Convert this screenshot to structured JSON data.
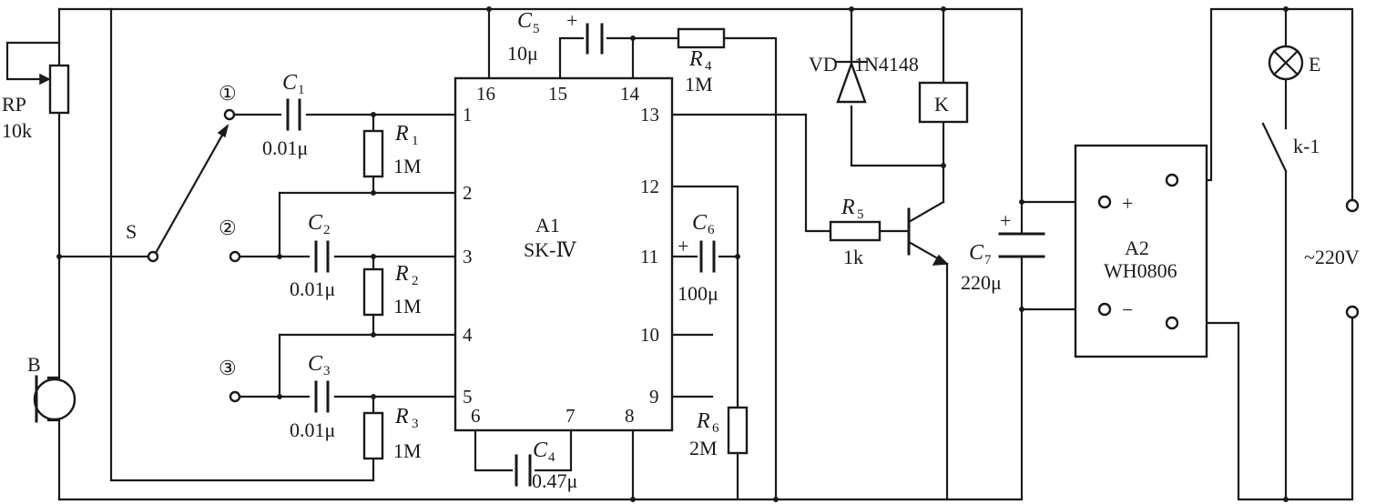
{
  "components": {
    "rp": {
      "ref": "RP",
      "value": "10k"
    },
    "b": {
      "ref": "B"
    },
    "s": {
      "ref": "S"
    },
    "pos": {
      "p1": "①",
      "p2": "②",
      "p3": "③"
    },
    "c1": {
      "sym": "C",
      "idx": "1",
      "value": "0.01μ"
    },
    "c2": {
      "sym": "C",
      "idx": "2",
      "value": "0.01μ"
    },
    "c3": {
      "sym": "C",
      "idx": "3",
      "value": "0.01μ"
    },
    "c4": {
      "sym": "C",
      "idx": "4",
      "value": "0.47μ"
    },
    "c5": {
      "sym": "C",
      "idx": "5",
      "value": "10μ"
    },
    "c6": {
      "sym": "C",
      "idx": "6",
      "value": "100μ"
    },
    "c7": {
      "sym": "C",
      "idx": "7",
      "value": "220μ"
    },
    "r1": {
      "sym": "R",
      "idx": "1",
      "value": "1M"
    },
    "r2": {
      "sym": "R",
      "idx": "2",
      "value": "1M"
    },
    "r3": {
      "sym": "R",
      "idx": "3",
      "value": "1M"
    },
    "r4": {
      "sym": "R",
      "idx": "4",
      "value": "1M"
    },
    "r5": {
      "sym": "R",
      "idx": "5",
      "value": "1k"
    },
    "r6": {
      "sym": "R",
      "idx": "6",
      "value": "2M"
    },
    "a1": {
      "ref": "A1",
      "model": "SK-Ⅳ"
    },
    "vd": {
      "ref": "VD",
      "model": "1N4148"
    },
    "k": {
      "ref": "K"
    },
    "a2": {
      "ref": "A2",
      "model": "WH0806",
      "plus": "+",
      "minus": "−"
    },
    "e": {
      "ref": "E"
    },
    "k1": {
      "ref": "k-1"
    },
    "mains": {
      "label": "~220V"
    },
    "polarity": {
      "c5": "+",
      "c6": "+",
      "c7": "+"
    }
  },
  "ic_pins": {
    "p1": "1",
    "p2": "2",
    "p3": "3",
    "p4": "4",
    "p5": "5",
    "p6": "6",
    "p7": "7",
    "p8": "8",
    "p9": "9",
    "p10": "10",
    "p11": "11",
    "p12": "12",
    "p13": "13",
    "p14": "14",
    "p15": "15",
    "p16": "16"
  }
}
